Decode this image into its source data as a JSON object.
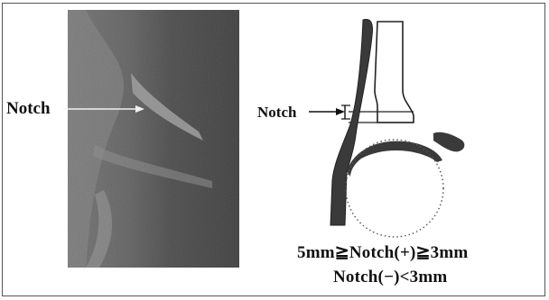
{
  "left_panel": {
    "notch_label": "Notch"
  },
  "right_panel": {
    "notch_label": "Notch"
  },
  "criteria": {
    "line1": "5mm≧Notch(+)≧3mm",
    "line2": "Notch(−)<3mm"
  },
  "colors": {
    "frame": "#555555",
    "ink": "#111111",
    "tissue_dark": "#3a3a3a",
    "circle_dots": "#555555"
  }
}
